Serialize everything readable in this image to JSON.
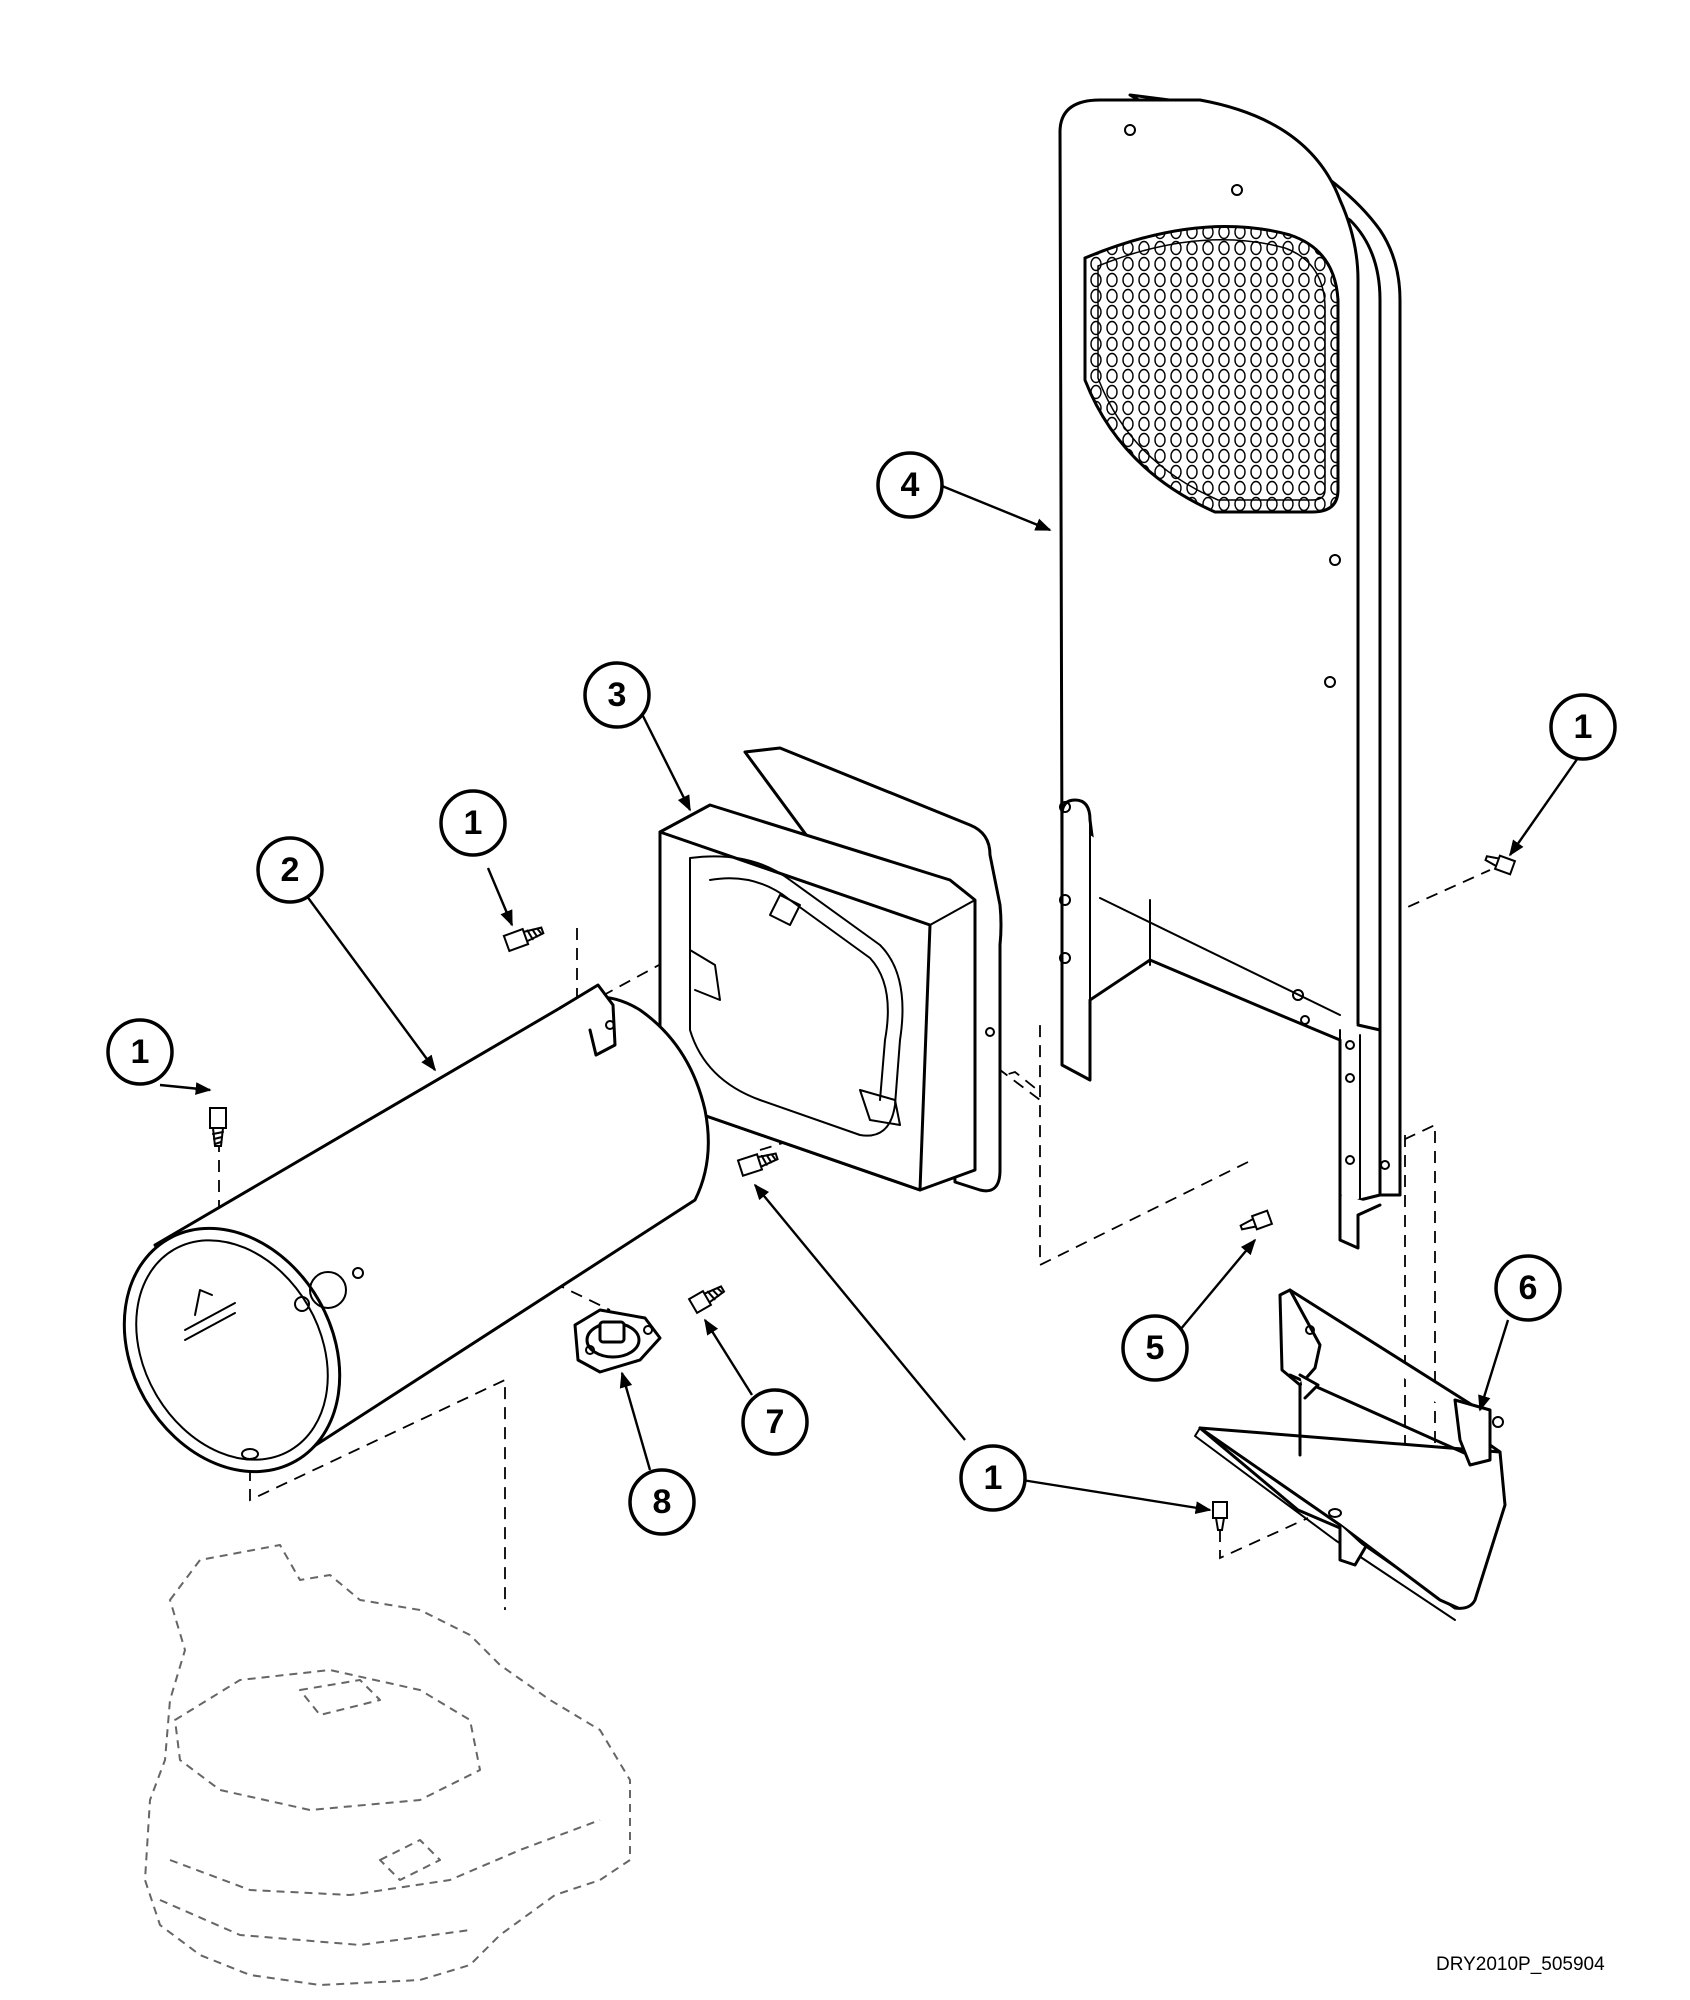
{
  "callouts": {
    "c1a": "1",
    "c1b": "1",
    "c1c": "1",
    "c1d": "1",
    "c2": "2",
    "c3": "3",
    "c4": "4",
    "c5": "5",
    "c6": "6",
    "c7": "7",
    "c8": "8"
  },
  "drawing_ref": "DRY2010P_505904"
}
